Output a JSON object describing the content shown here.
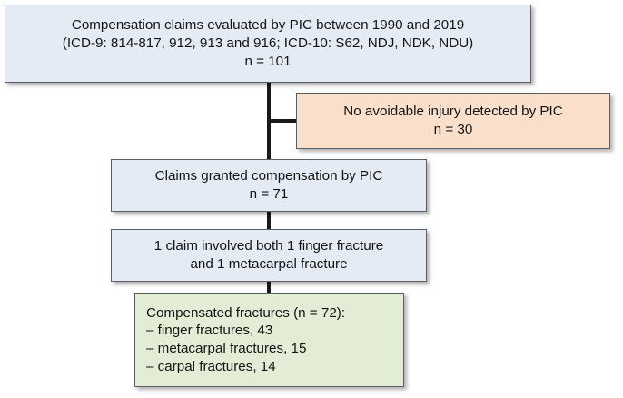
{
  "chart_data": {
    "type": "diagram",
    "diagram_kind": "flowchart",
    "title": "Compensation claims flow diagram",
    "nodes": [
      {
        "id": "top",
        "label": "Compensation claims evaluated by PIC",
        "color": "#e5ebf5",
        "lines": [
          "Compensation claims evaluated by PIC between 1990 and 2019",
          "(ICD-9: 814-817, 912, 913 and 916; ICD-10: S62, NDJ, NDK, NDU)",
          "n = 101"
        ],
        "n": 101
      },
      {
        "id": "excluded",
        "label": "No avoidable injury detected by PIC",
        "color": "#fadfca",
        "lines": [
          "No avoidable injury detected by PIC",
          "n = 30"
        ],
        "n": 30
      },
      {
        "id": "granted",
        "label": "Claims granted compensation by PIC",
        "color": "#e5ebf5",
        "lines": [
          "Claims granted compensation by PIC",
          "n = 71"
        ],
        "n": 71
      },
      {
        "id": "overlap",
        "label": "1 claim involved both 1 finger fracture and 1 metacarpal fracture",
        "color": "#e5ebf5",
        "lines": [
          "1 claim involved both 1 finger fracture",
          "and 1 metacarpal fracture"
        ],
        "n": 1
      },
      {
        "id": "fractures",
        "label": "Compensated fractures",
        "color": "#e3ecd5",
        "lines": [
          "Compensated fractures (n = 72):",
          "– finger fractures, 43",
          "– metacarpal fractures, 15",
          "– carpal fractures, 14"
        ],
        "n": 72,
        "breakdown": [
          {
            "category": "finger fractures",
            "value": 43
          },
          {
            "category": "metacarpal fractures",
            "value": 15
          },
          {
            "category": "carpal fractures",
            "value": 14
          }
        ]
      }
    ],
    "edges": [
      {
        "from": "top",
        "to": "excluded",
        "style": "orthogonal"
      },
      {
        "from": "top",
        "to": "granted",
        "style": "vertical"
      },
      {
        "from": "granted",
        "to": "overlap",
        "style": "vertical"
      },
      {
        "from": "overlap",
        "to": "fractures",
        "style": "vertical"
      }
    ]
  },
  "nodes": {
    "top": {
      "line1": "Compensation claims evaluated by PIC between 1990 and 2019",
      "line2": "(ICD-9: 814-817, 912, 913 and 916; ICD-10: S62, NDJ, NDK, NDU)",
      "line3": "n = 101"
    },
    "excluded": {
      "line1": "No avoidable injury detected by PIC",
      "line2": "n = 30"
    },
    "granted": {
      "line1": "Claims granted compensation by PIC",
      "line2": "n = 71"
    },
    "overlap": {
      "line1": "1 claim involved both 1 finger fracture",
      "line2": "and 1 metacarpal fracture"
    },
    "fractures": {
      "line1": "Compensated fractures (n = 72):",
      "line2": "– finger fractures, 43",
      "line3": "– metacarpal fractures, 15",
      "line4": "– carpal fractures, 14"
    }
  },
  "colors": {
    "blue_box": "#e5ebf5",
    "peach_box": "#fadfca",
    "green_box": "#e3ecd5",
    "border": "#5a5f66",
    "connector": "#1a1a1a",
    "text": "#141414",
    "background": "#ffffff"
  }
}
